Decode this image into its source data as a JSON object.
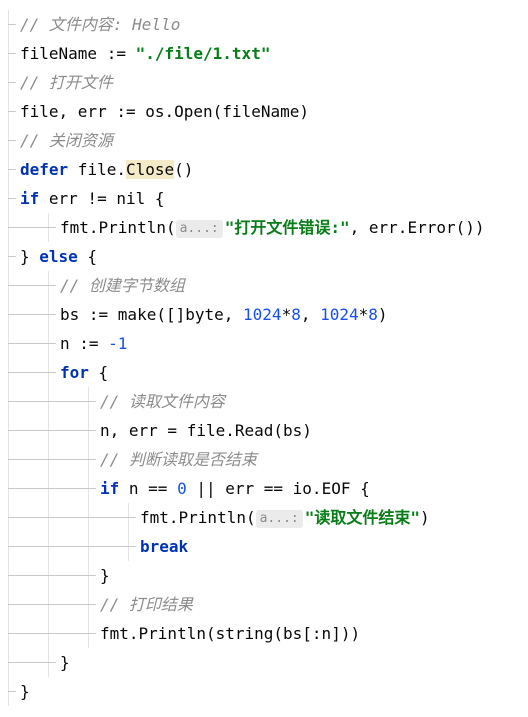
{
  "lines": [
    {
      "indent": 0,
      "tokens": [
        {
          "t": "// 文件内容: Hello",
          "c": "comment"
        }
      ]
    },
    {
      "indent": 0,
      "tokens": [
        {
          "t": "fileName := "
        },
        {
          "t": "\"./file/1.txt\"",
          "c": "string"
        }
      ]
    },
    {
      "indent": 0,
      "tokens": [
        {
          "t": "// 打开文件",
          "c": "comment"
        }
      ]
    },
    {
      "indent": 0,
      "tokens": [
        {
          "t": "file, err := os.Open(fileName)"
        }
      ]
    },
    {
      "indent": 0,
      "tokens": [
        {
          "t": "// 关闭资源",
          "c": "comment"
        }
      ]
    },
    {
      "indent": 0,
      "tokens": [
        {
          "t": "defer",
          "c": "keyword"
        },
        {
          "t": " file."
        },
        {
          "t": "Close",
          "c": "hl"
        },
        {
          "t": "()"
        }
      ]
    },
    {
      "indent": 0,
      "tokens": [
        {
          "t": "if",
          "c": "keyword"
        },
        {
          "t": " err != nil {"
        }
      ]
    },
    {
      "indent": 1,
      "tokens": [
        {
          "t": "fmt.Println("
        },
        {
          "t": "a...:",
          "c": "hint"
        },
        {
          "t": "\"打开文件错误:\"",
          "c": "string"
        },
        {
          "t": ", err.Error())"
        }
      ]
    },
    {
      "indent": 0,
      "tokens": [
        {
          "t": "} "
        },
        {
          "t": "else",
          "c": "keyword"
        },
        {
          "t": " {"
        }
      ]
    },
    {
      "indent": 1,
      "tokens": [
        {
          "t": "// 创建字节数组",
          "c": "comment"
        }
      ]
    },
    {
      "indent": 1,
      "tokens": [
        {
          "t": "bs := make([]byte, "
        },
        {
          "t": "1024",
          "c": "number"
        },
        {
          "t": "*"
        },
        {
          "t": "8",
          "c": "number"
        },
        {
          "t": ", "
        },
        {
          "t": "1024",
          "c": "number"
        },
        {
          "t": "*"
        },
        {
          "t": "8",
          "c": "number"
        },
        {
          "t": ")"
        }
      ]
    },
    {
      "indent": 1,
      "tokens": [
        {
          "t": "n := "
        },
        {
          "t": "-1",
          "c": "number"
        }
      ]
    },
    {
      "indent": 1,
      "tokens": [
        {
          "t": "for",
          "c": "keyword"
        },
        {
          "t": " {"
        }
      ]
    },
    {
      "indent": 2,
      "tokens": [
        {
          "t": "// 读取文件内容",
          "c": "comment"
        }
      ]
    },
    {
      "indent": 2,
      "tokens": [
        {
          "t": "n, err = file.Read(bs)"
        }
      ]
    },
    {
      "indent": 2,
      "tokens": [
        {
          "t": "// 判断读取是否结束",
          "c": "comment"
        }
      ]
    },
    {
      "indent": 2,
      "tokens": [
        {
          "t": "if",
          "c": "keyword"
        },
        {
          "t": " n == "
        },
        {
          "t": "0",
          "c": "number"
        },
        {
          "t": " || err == io.EOF {"
        }
      ]
    },
    {
      "indent": 3,
      "tokens": [
        {
          "t": "fmt.Println("
        },
        {
          "t": "a...:",
          "c": "hint"
        },
        {
          "t": "\"读取文件结束\"",
          "c": "string"
        },
        {
          "t": ")"
        }
      ]
    },
    {
      "indent": 3,
      "tokens": [
        {
          "t": "break",
          "c": "keyword"
        }
      ]
    },
    {
      "indent": 2,
      "tokens": [
        {
          "t": "}"
        }
      ]
    },
    {
      "indent": 2,
      "tokens": [
        {
          "t": "// 打印结果",
          "c": "comment"
        }
      ]
    },
    {
      "indent": 2,
      "tokens": [
        {
          "t": "fmt.Println(string(bs[:n]))"
        }
      ]
    },
    {
      "indent": 1,
      "tokens": [
        {
          "t": "}"
        }
      ]
    },
    {
      "indent": 0,
      "tokens": [
        {
          "t": "}"
        }
      ]
    }
  ],
  "colors": {
    "comment": "#8c8c8c",
    "keyword": "#0033b3",
    "string": "#067d17",
    "number": "#1750eb",
    "highlight": "#f5eac6",
    "guide": "#e3e3e3"
  }
}
